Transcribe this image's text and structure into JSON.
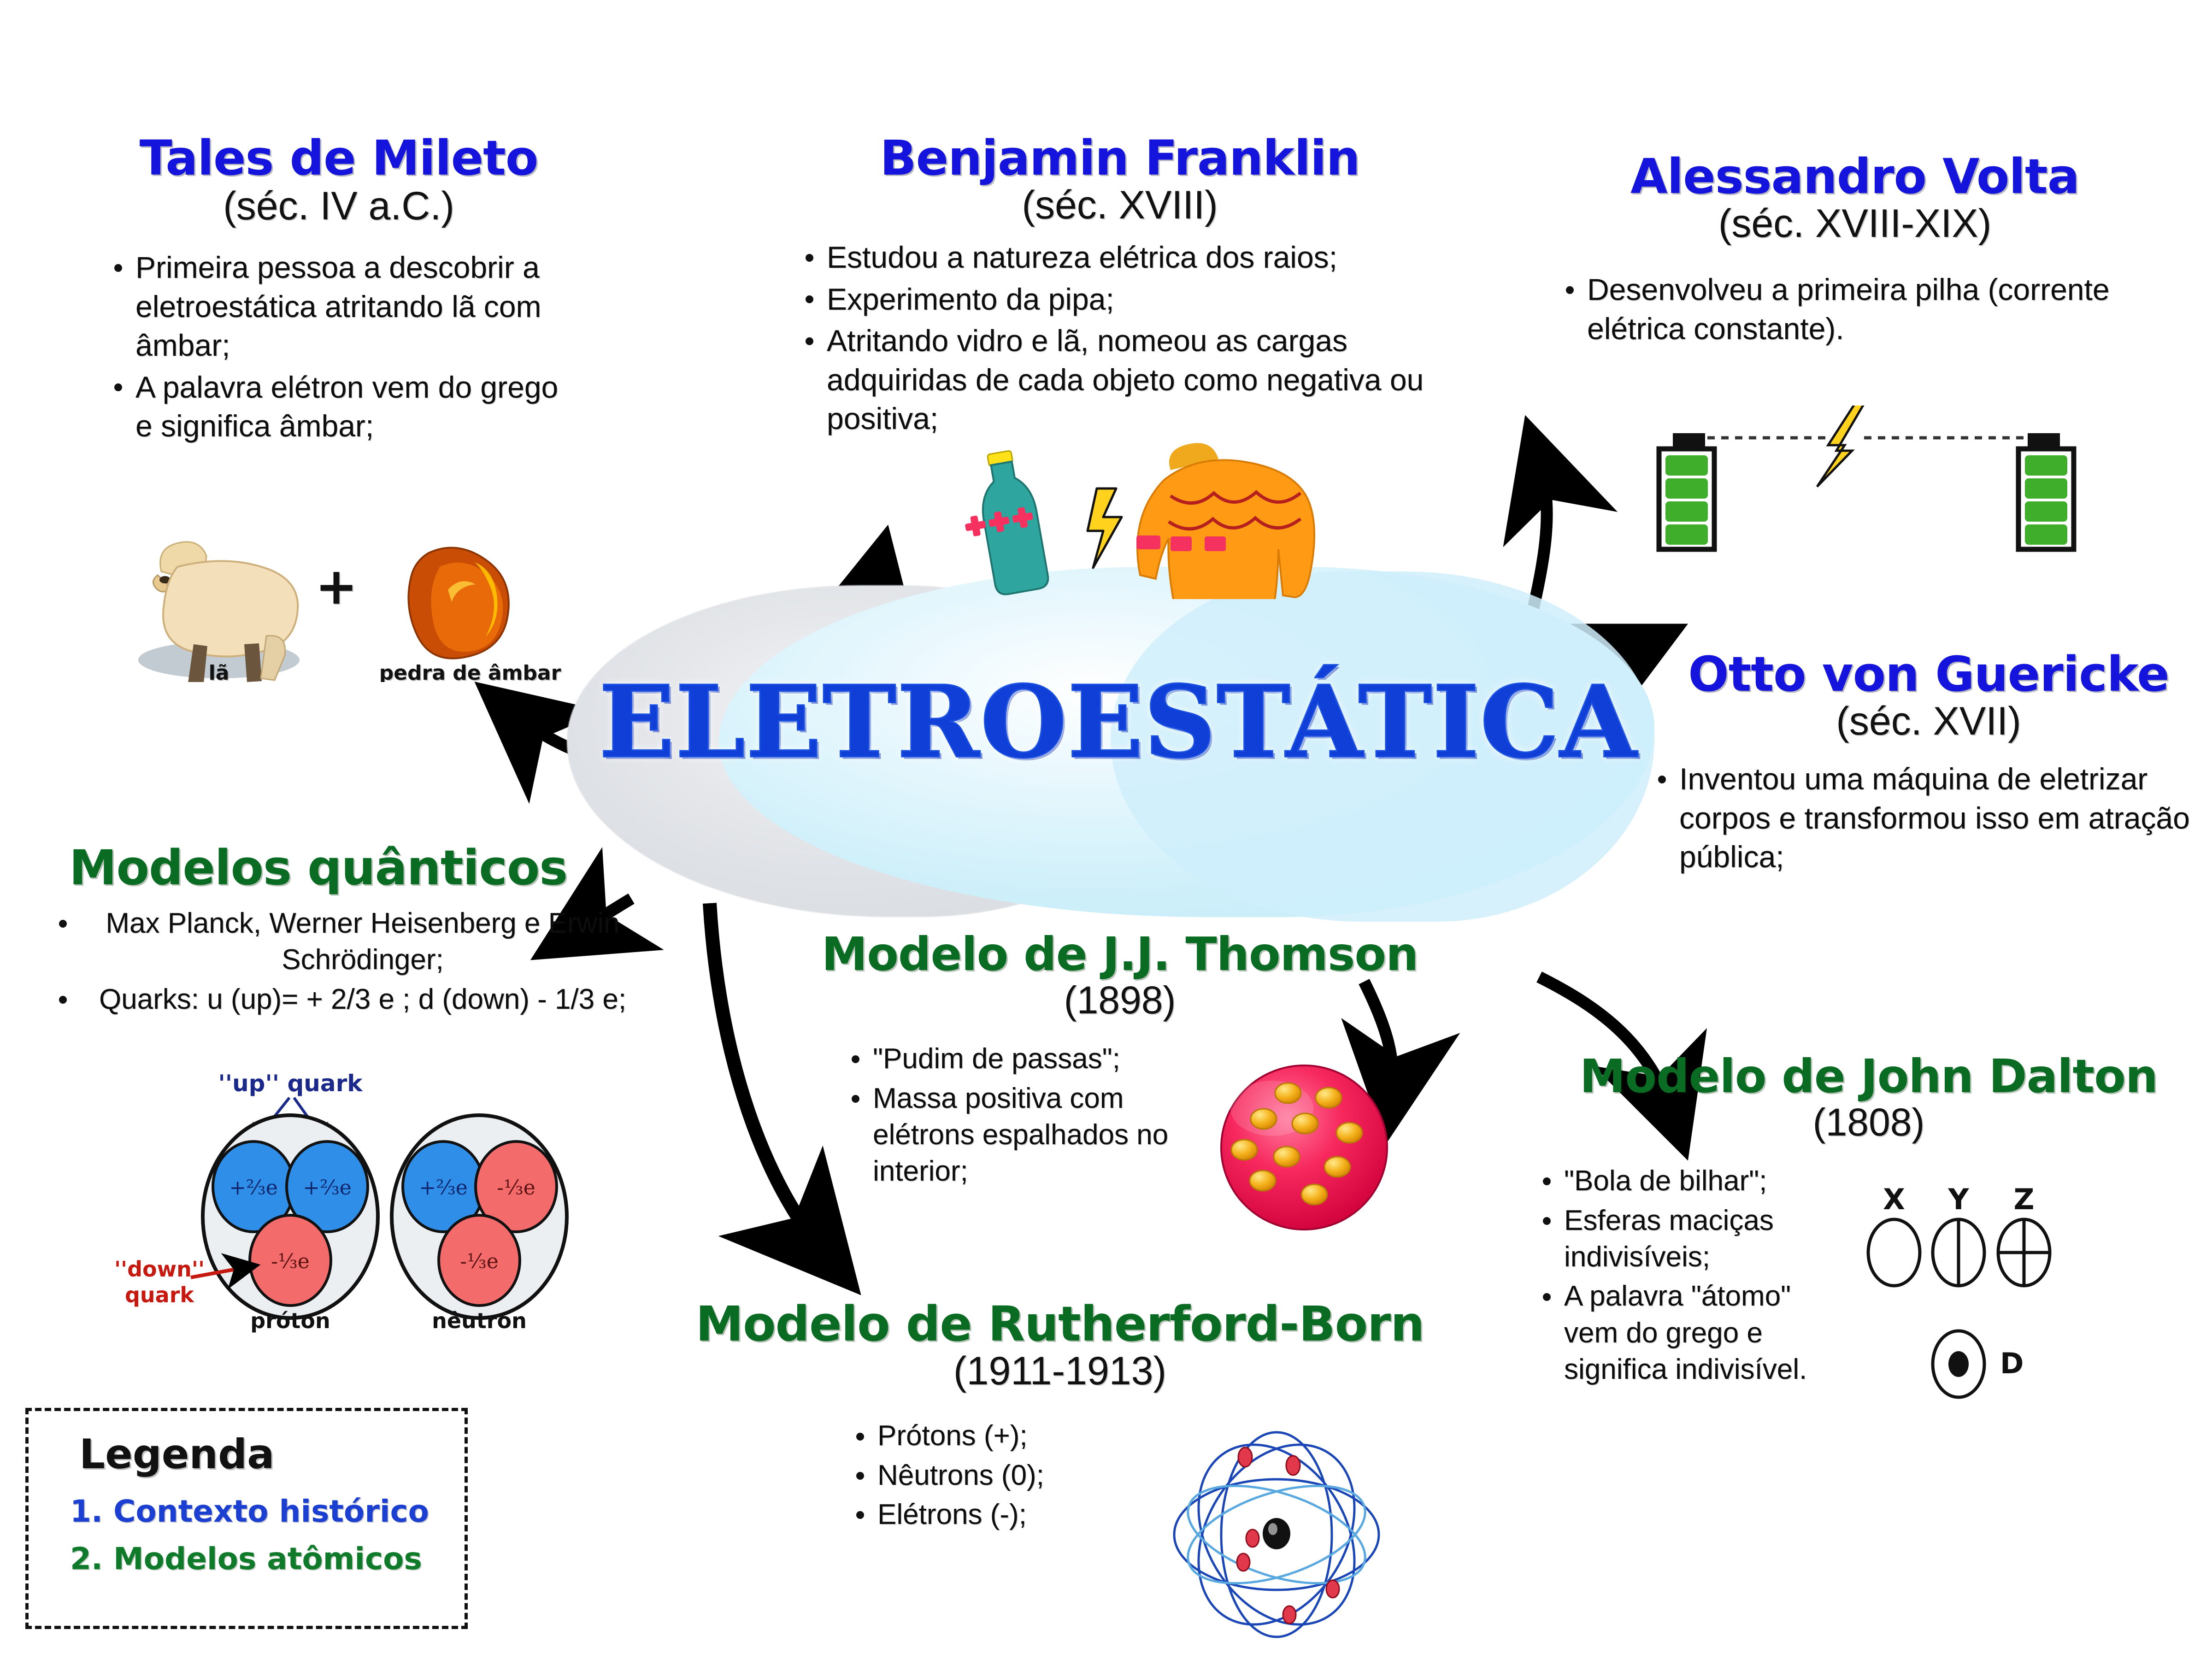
{
  "center": {
    "title": "ELETROESTÁTICA"
  },
  "nodes": {
    "tales": {
      "title": "Tales de Mileto",
      "subtitle": "(séc. IV a.C.)",
      "bullets": [
        "Primeira pessoa a descobrir a eletroestática atritando lã com âmbar;",
        "A palavra elétron vem do grego e significa âmbar;"
      ],
      "figure_labels": {
        "wool": "lã",
        "plus": "+",
        "amber": "pedra de âmbar"
      }
    },
    "franklin": {
      "title": "Benjamin Franklin",
      "subtitle": "(séc. XVIII)",
      "bullets": [
        "Estudou a natureza elétrica dos raios;",
        "Experimento da pipa;",
        "Atritando vidro e lã, nomeou as cargas adquiridas de cada objeto como negativa ou positiva;"
      ]
    },
    "volta": {
      "title": "Alessandro Volta",
      "subtitle": "(séc. XVIII-XIX)",
      "bullets": [
        "Desenvolveu a primeira pilha (corrente elétrica constante)."
      ]
    },
    "guericke": {
      "title": "Otto von Guericke",
      "subtitle": "(séc. XVII)",
      "bullets": [
        "Inventou uma máquina de eletrizar corpos e transformou isso em atração pública;"
      ]
    },
    "quanticos": {
      "title": "Modelos quânticos",
      "subtitle": "",
      "bullets": [
        "Max Planck, Werner Heisenberg e Erwin  Schrödinger;",
        "Quarks: u (up)= + 2/3 e ; d (down) - 1/3 e;"
      ],
      "figure_labels": {
        "up_quark": "''up'' quark",
        "down_quark": "''down'' quark",
        "proton": "próton",
        "neutron": "nêutron",
        "up_charge": "+2/3e",
        "down_charge": "-1/3e"
      }
    },
    "thomson": {
      "title": "Modelo de J.J. Thomson",
      "subtitle": "(1898)",
      "bullets": [
        "\"Pudim de passas\";",
        "Massa positiva com elétrons espalhados no interior;"
      ]
    },
    "dalton": {
      "title": "Modelo de John Dalton",
      "subtitle": "(1808)",
      "bullets": [
        "\"Bola de bilhar\";",
        "Esferas maciças indivisíveis;",
        "A palavra \"átomo\" vem do grego e significa indivisível."
      ],
      "figure_labels": {
        "x": "X",
        "y": "Y",
        "z": "Z",
        "d": "D"
      }
    },
    "rutherford": {
      "title": "Modelo de Rutherford-Born",
      "subtitle": "(1911-1913)",
      "bullets": [
        "Prótons (+);",
        "Nêutrons (0);",
        "Elétrons (-);"
      ]
    }
  },
  "legend": {
    "title": "Legenda",
    "item1": "1. Contexto histórico",
    "item2": "2. Modelos atômicos"
  },
  "colors": {
    "historical_blue": "#1414dc",
    "model_green": "#0a6b22",
    "center_blue": "#0f3fd6",
    "blob_blue": "#cdeffa",
    "blob_gray": "#dfe2e6",
    "thomson_red": "#f2204e",
    "electron_gold": "#f5c23a",
    "battery_green": "#3fae2a",
    "lightning_yellow": "#ffd21e"
  }
}
